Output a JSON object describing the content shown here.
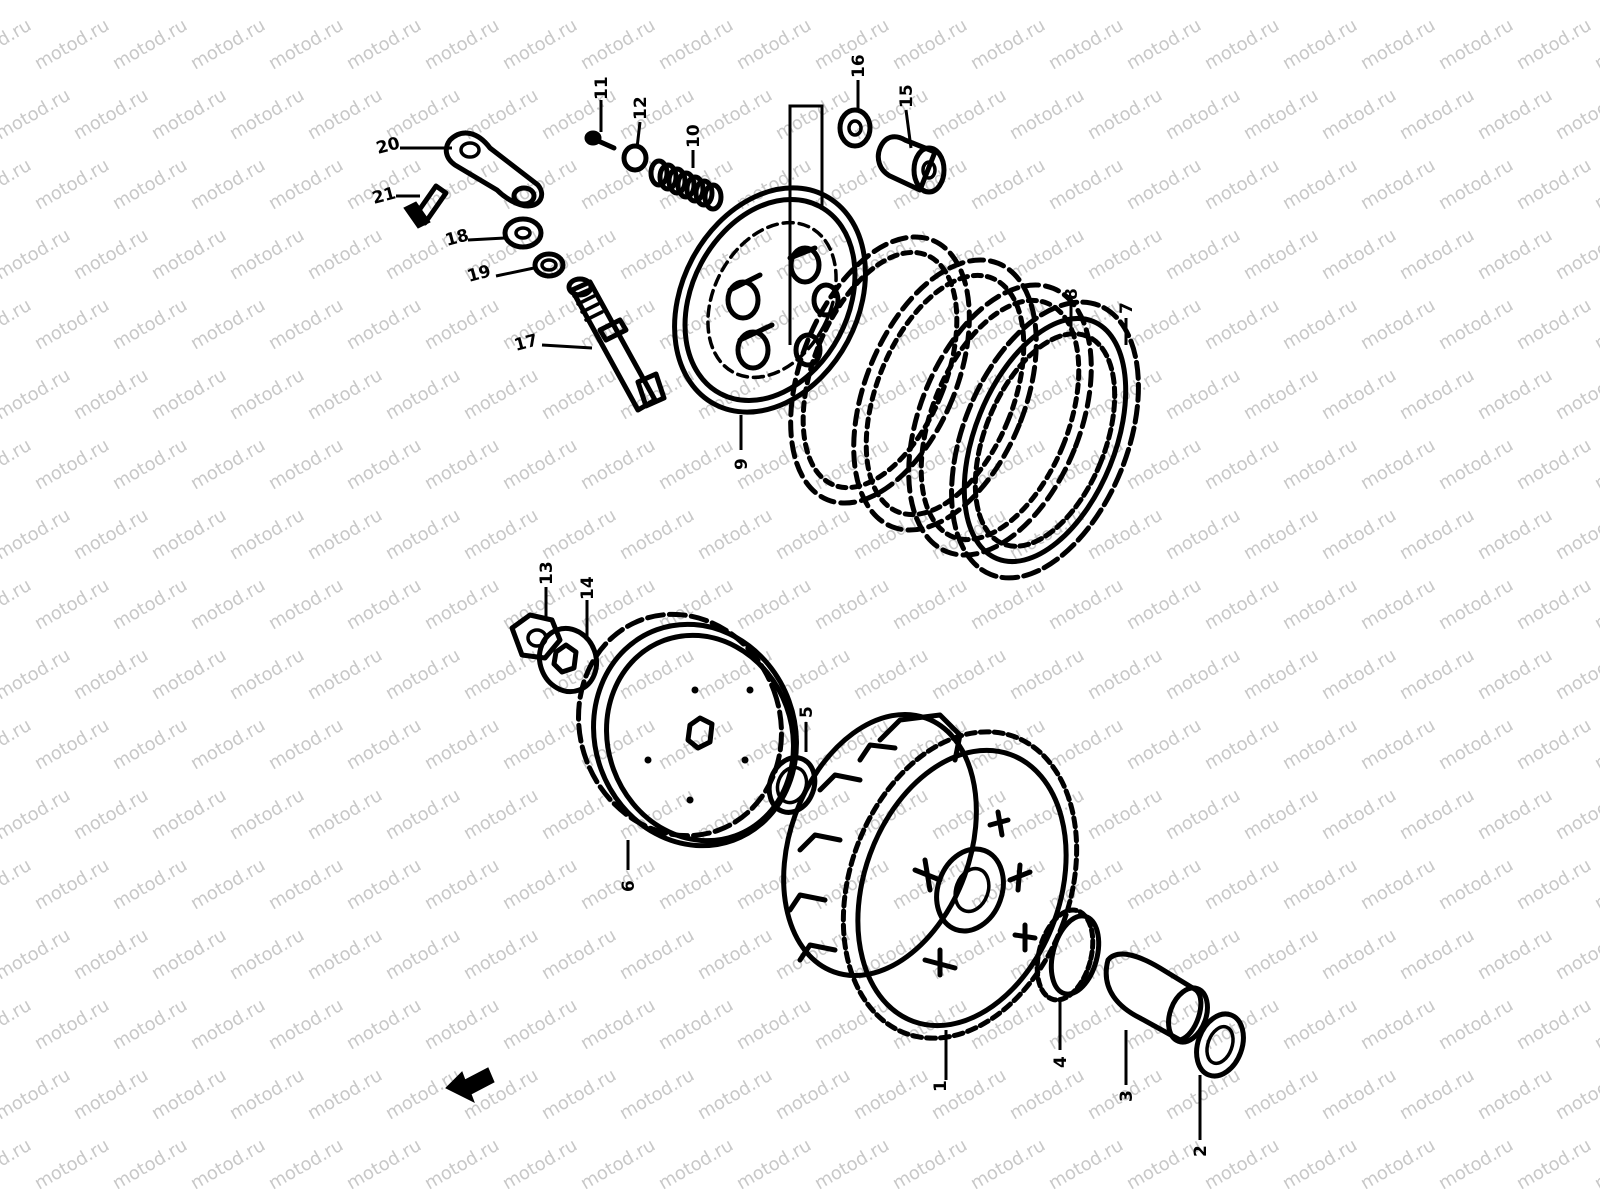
{
  "watermark": "motod.ru",
  "callouts": [
    {
      "id": "1",
      "label": "1"
    },
    {
      "id": "2",
      "label": "2"
    },
    {
      "id": "3",
      "label": "3"
    },
    {
      "id": "4",
      "label": "4"
    },
    {
      "id": "5",
      "label": "5"
    },
    {
      "id": "6",
      "label": "6"
    },
    {
      "id": "7",
      "label": "7"
    },
    {
      "id": "8",
      "label": "8"
    },
    {
      "id": "9",
      "label": "9"
    },
    {
      "id": "10",
      "label": "10"
    },
    {
      "id": "11",
      "label": "11"
    },
    {
      "id": "12",
      "label": "12"
    },
    {
      "id": "13",
      "label": "13"
    },
    {
      "id": "14",
      "label": "14"
    },
    {
      "id": "15",
      "label": "15"
    },
    {
      "id": "16",
      "label": "16"
    },
    {
      "id": "17",
      "label": "17"
    },
    {
      "id": "18",
      "label": "18"
    },
    {
      "id": "19",
      "label": "19"
    },
    {
      "id": "20",
      "label": "20"
    },
    {
      "id": "21",
      "label": "21"
    }
  ],
  "direction_arrow_icon": "arrow-left-down-icon"
}
